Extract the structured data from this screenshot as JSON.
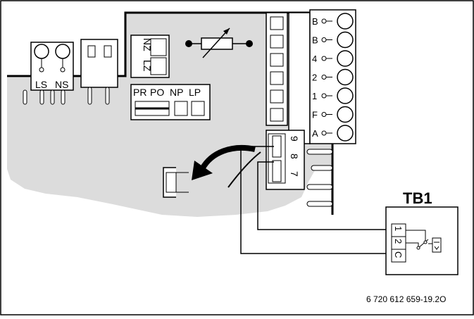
{
  "connector_labels": {
    "ls": "LS",
    "ns": "NS",
    "nz": "NZ",
    "lz": "LZ",
    "pr": "PR",
    "po": "PO",
    "np": "NP",
    "lp": "LP"
  },
  "terminal_strip": [
    "B",
    "B",
    "4",
    "2",
    "1",
    "F",
    "A"
  ],
  "plug_pins": [
    "9",
    "8",
    "7"
  ],
  "tb": {
    "title": "TB1",
    "terminals": [
      "1",
      "2",
      "C"
    ]
  },
  "reference": "6 720 612 659-19.2O",
  "colors": {
    "board_fill": "#dcdcdc",
    "line": "#000000",
    "background": "#ffffff"
  }
}
